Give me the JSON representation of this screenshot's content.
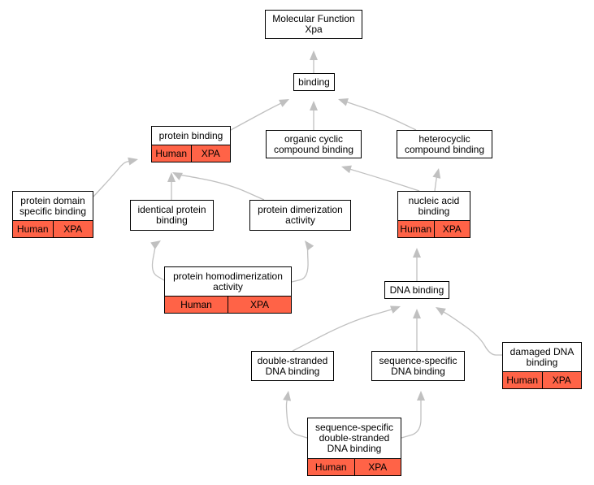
{
  "nodes": {
    "mf": {
      "label": "Molecular Function\nXpa"
    },
    "binding": {
      "label": "binding"
    },
    "protein_binding": {
      "label": "protein binding",
      "annotations": [
        "Human",
        "XPA"
      ]
    },
    "organic_cyclic": {
      "label": "organic cyclic\ncompound binding"
    },
    "heterocyclic": {
      "label": "heterocyclic\ncompound binding"
    },
    "protein_domain": {
      "label": "protein domain\nspecific binding",
      "annotations": [
        "Human",
        "XPA"
      ]
    },
    "identical_protein": {
      "label": "identical protein\nbinding"
    },
    "protein_dimerization": {
      "label": "protein dimerization\nactivity"
    },
    "nucleic_acid": {
      "label": "nucleic acid\nbinding",
      "annotations": [
        "Human",
        "XPA"
      ]
    },
    "protein_homodimerization": {
      "label": "protein homodimerization\nactivity",
      "annotations": [
        "Human",
        "XPA"
      ]
    },
    "dna_binding": {
      "label": "DNA binding"
    },
    "ds_dna": {
      "label": "double-stranded\nDNA binding"
    },
    "seq_specific": {
      "label": "sequence-specific\nDNA binding"
    },
    "damaged_dna": {
      "label": "damaged DNA\nbinding",
      "annotations": [
        "Human",
        "XPA"
      ]
    },
    "seq_ds_dna": {
      "label": "sequence-specific\ndouble-stranded\nDNA binding",
      "annotations": [
        "Human",
        "XPA"
      ]
    }
  },
  "edges": [
    {
      "from": "binding",
      "to": "mf"
    },
    {
      "from": "protein_binding",
      "to": "binding"
    },
    {
      "from": "organic_cyclic",
      "to": "binding"
    },
    {
      "from": "heterocyclic",
      "to": "binding"
    },
    {
      "from": "protein_domain",
      "to": "protein_binding"
    },
    {
      "from": "identical_protein",
      "to": "protein_binding"
    },
    {
      "from": "protein_dimerization",
      "to": "protein_binding"
    },
    {
      "from": "nucleic_acid",
      "to": "organic_cyclic"
    },
    {
      "from": "nucleic_acid",
      "to": "heterocyclic"
    },
    {
      "from": "protein_homodimerization",
      "to": "identical_protein"
    },
    {
      "from": "protein_homodimerization",
      "to": "protein_dimerization"
    },
    {
      "from": "dna_binding",
      "to": "nucleic_acid"
    },
    {
      "from": "ds_dna",
      "to": "dna_binding"
    },
    {
      "from": "seq_specific",
      "to": "dna_binding"
    },
    {
      "from": "damaged_dna",
      "to": "dna_binding"
    },
    {
      "from": "seq_ds_dna",
      "to": "ds_dna"
    },
    {
      "from": "seq_ds_dna",
      "to": "seq_specific"
    }
  ],
  "colors": {
    "edge": "#c0c0c0",
    "annotation": "#ff6347",
    "border": "#000000"
  }
}
